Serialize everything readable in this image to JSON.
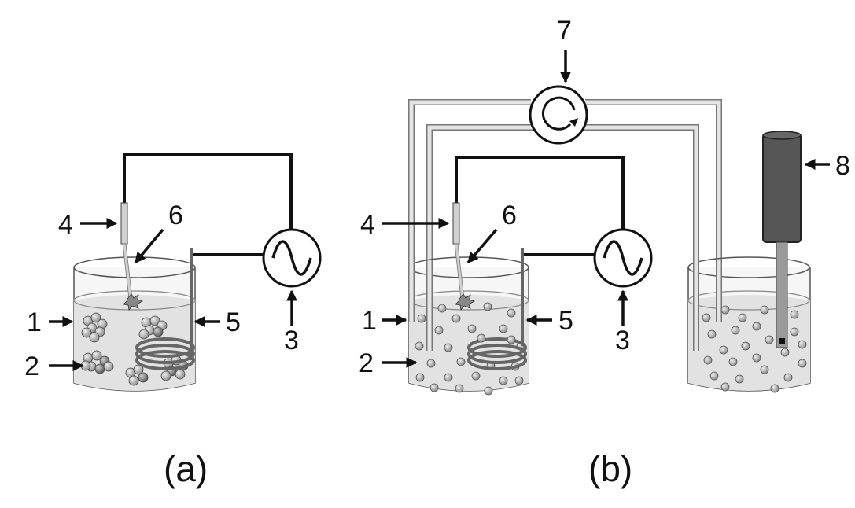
{
  "panels": [
    {
      "caption": "(a)",
      "labels": {
        "liquid": "1",
        "particles": "2",
        "source": "3",
        "electrode": "4",
        "coil": "5",
        "discharge": "6"
      }
    },
    {
      "caption": "(b)",
      "labels": {
        "liquid": "1",
        "particles": "2",
        "source": "3",
        "electrode": "4",
        "coil": "5",
        "discharge": "6",
        "pump": "7",
        "probe": "8"
      }
    }
  ],
  "colors": {
    "line": "#111111",
    "beaker_fill": "#f4f4f4",
    "liquid_fill": "#e4e4e4",
    "particle": "#b5b5b5",
    "tube": "#d6d6d6",
    "probe": "#555555"
  }
}
